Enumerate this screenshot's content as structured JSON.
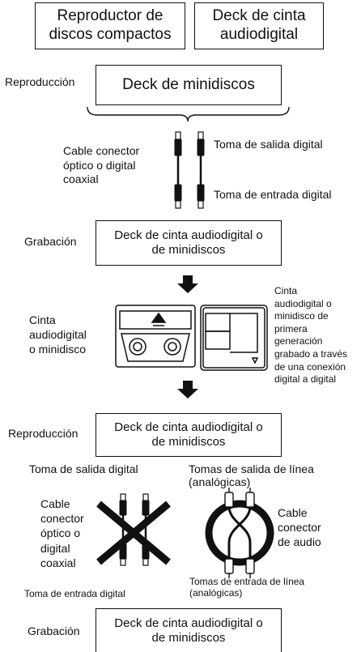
{
  "top": {
    "cd_player": "Reproductor de\ndiscos compactos",
    "dat_deck": "Deck de cinta\naudiodigital",
    "playback_label": "Reproducción",
    "md_deck": "Deck de minidiscos"
  },
  "connection1": {
    "cable_label": "Cable conector\nóptico o digital\ncoaxial",
    "digital_out": "Toma de salida digital",
    "digital_in": "Toma de entrada digital"
  },
  "record1": {
    "label": "Grabación",
    "deck": "Deck de cinta audiodigital o\nde minidiscos"
  },
  "media": {
    "left_label": "Cinta\naudiodigital\no minidisco",
    "right_label": "Cinta\naudiodigital o\nminidisco de\nprimera\ngeneración\ngrabado a través\nde una conexión\ndigital a digital"
  },
  "playback2": {
    "label": "Reproducción",
    "deck": "Deck de cinta audiodigital o\nde minidiscos"
  },
  "connection2": {
    "digital_out": "Toma de salida digital",
    "line_out": "Tomas de salida de línea\n(analógicas)",
    "digital_cable": "Cable\nconector\nóptico o\ndigital\ncoaxial",
    "audio_cable": "Cable\nconector\nde audio",
    "digital_in": "Toma de entrada digital",
    "line_in": "Tomas de entrada de línea\n(analógicas)"
  },
  "record2": {
    "label": "Grabación",
    "deck": "Deck de cinta audiodigital o\nde minidiscos"
  },
  "colors": {
    "ink": "#111111",
    "paper": "#ffffff"
  }
}
